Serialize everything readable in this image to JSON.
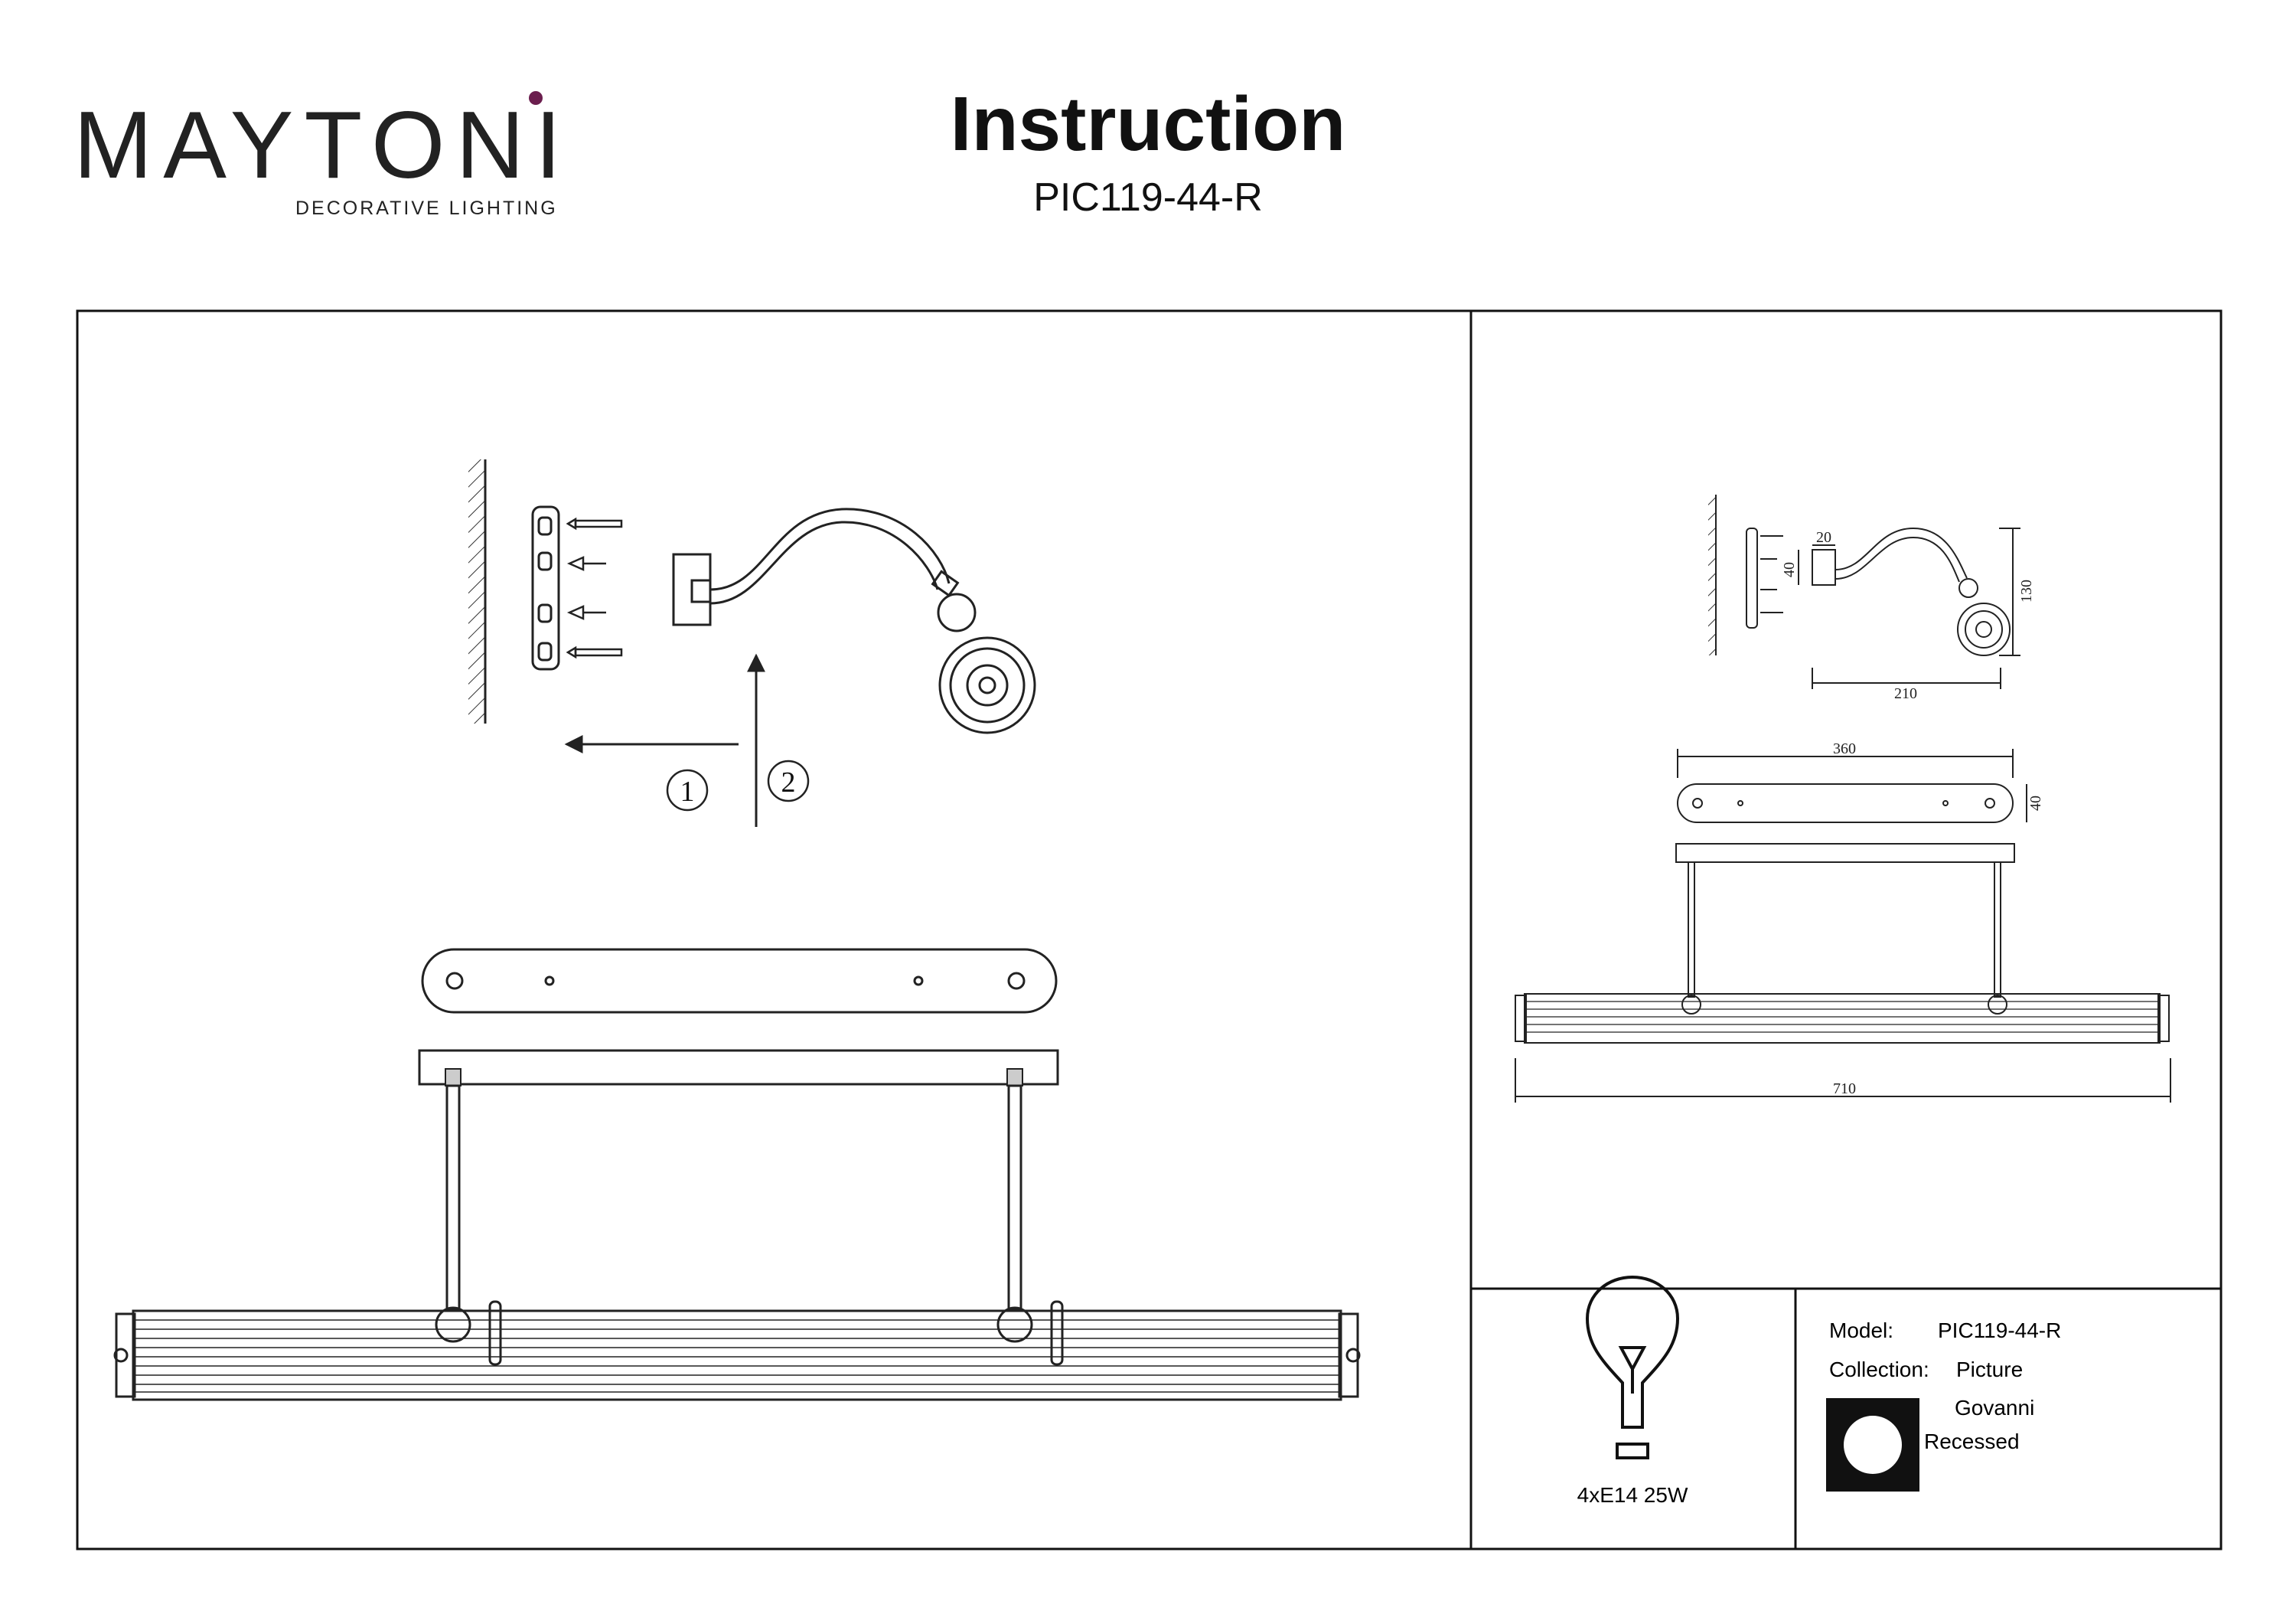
{
  "brand": {
    "name": "MAYTONI",
    "tagline": "DECORATIVE LIGHTING",
    "accent_color": "#6b1e4e"
  },
  "header": {
    "title": "Instruction",
    "model_code": "PIC119-44-R"
  },
  "install_steps": {
    "step1": "1",
    "step2": "2"
  },
  "dimensions": {
    "d20": "20",
    "d40a": "40",
    "d130": "130",
    "d210": "210",
    "d360": "360",
    "d40b": "40",
    "d710": "710"
  },
  "specs": {
    "bulb_icon": "lightbulb-icon",
    "lamp_spec": "4xE14 25W",
    "model_label": "Model:",
    "model_value": "PIC119-44-R",
    "collection_label": "Collection:",
    "collection_value": "Picture",
    "designer": "Govanni",
    "mount_type": "Recessed",
    "mount_icon": "recessed-icon"
  }
}
